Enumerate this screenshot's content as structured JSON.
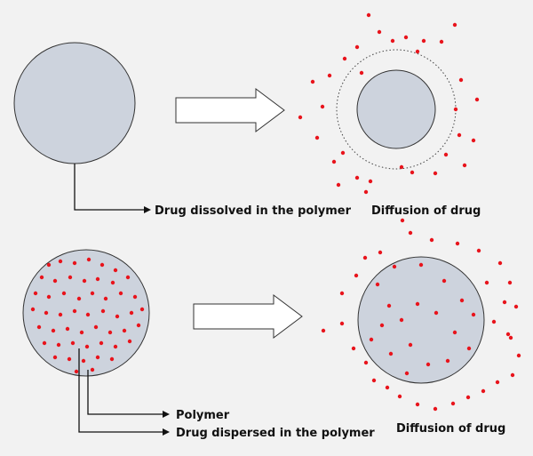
{
  "labels": {
    "dissolved": "Drug dissolved in the polymer",
    "diffusion_top": "Diffusion of drug",
    "polymer": "Polymer",
    "dispersed": "Drug dispersed in the polymer",
    "diffusion_bottom": "Diffusion of drug"
  },
  "colors": {
    "background": "#f2f2f2",
    "polymer_fill": "#cdd3dd",
    "outline": "#333333",
    "drug_dot": "#e8141c",
    "arrow_fill": "#ffffff",
    "line": "#111111"
  }
}
